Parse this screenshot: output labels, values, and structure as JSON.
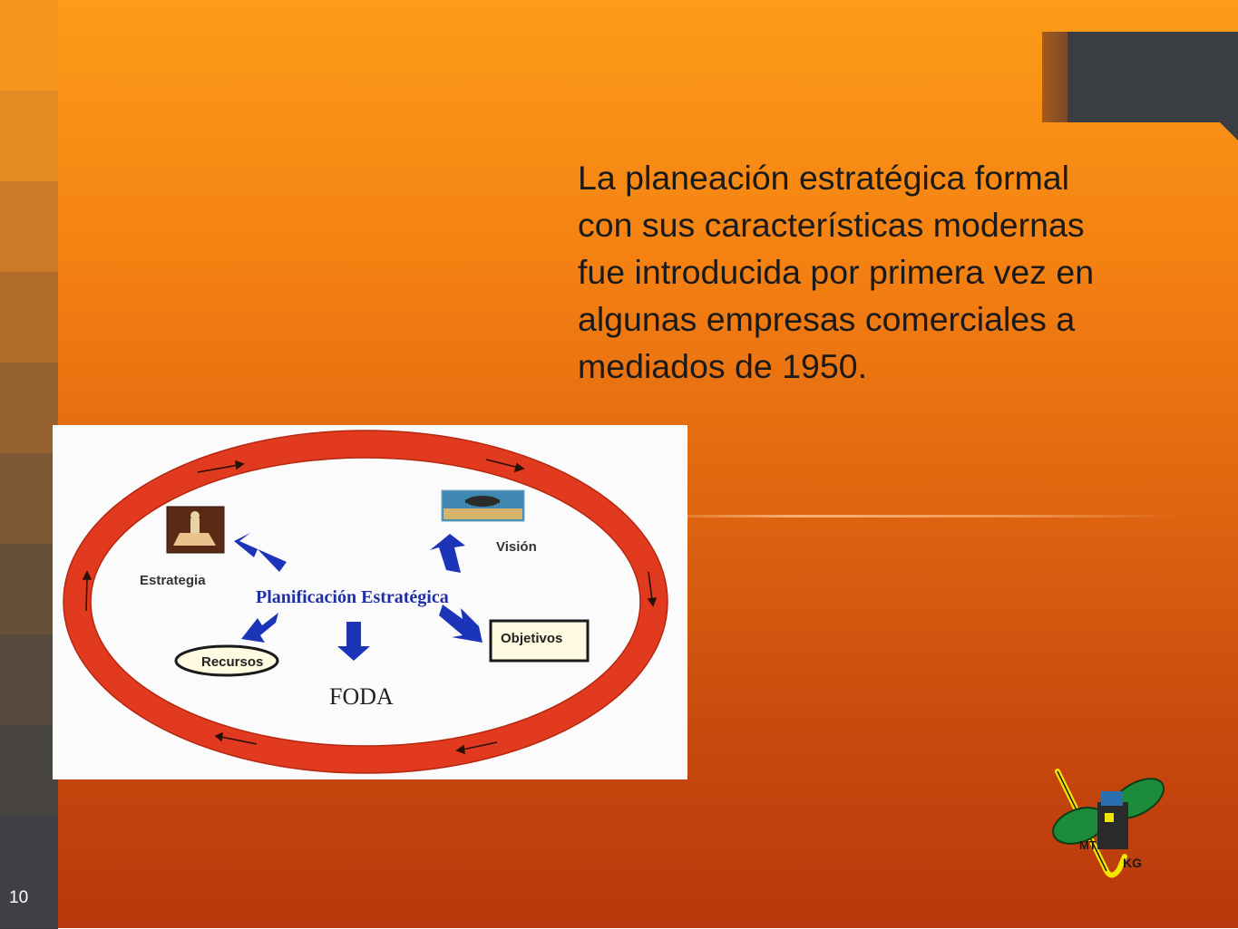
{
  "slide": {
    "body_lines": [
      "La planeación estratégica formal",
      "con sus características modernas",
      "fue introducida por primera vez en",
      "algunas empresas comerciales a",
      "mediados de 1950."
    ],
    "page_number": "10"
  },
  "diagram": {
    "title": "Planificación Estratégica",
    "labels": {
      "estrategia": "Estrategia",
      "vision": "Visión",
      "objetivos": "Objetivos",
      "recursos": "Recursos",
      "foda": "FODA"
    }
  },
  "logo": {
    "text_left": "MT",
    "text_right": "KG"
  },
  "colors": {
    "background_top": "#fd9c18",
    "background_bottom": "#b8380d",
    "left_bar": "#3a3d42",
    "corner_block": "#3a3d42",
    "ring": "#e23a1f",
    "arrows": "#1c34b8",
    "title_text": "#1e2fa8"
  }
}
